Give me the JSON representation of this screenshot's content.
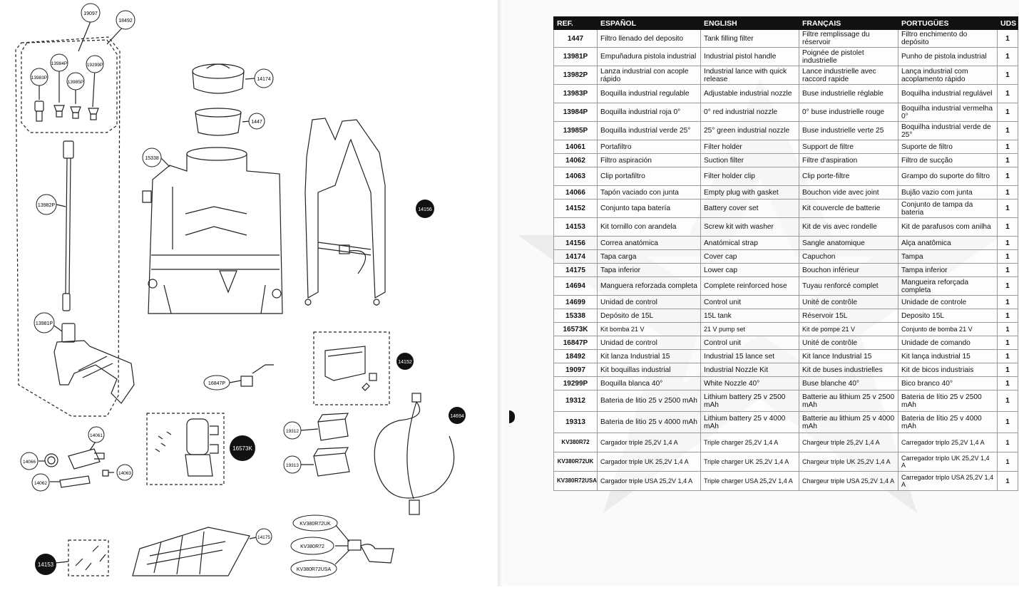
{
  "table": {
    "headers": [
      "REF.",
      "ESPAÑOL",
      "ENGLISH",
      "FRANÇAIS",
      "PORTUGÜES",
      "UDS"
    ],
    "rows": [
      {
        "ref": "1447",
        "es": "Filtro llenado del deposito",
        "en": "Tank filling filter",
        "fr": "Filtre remplissage du réservoir",
        "pt": "Filtro enchimento do depósito",
        "uds": "1"
      },
      {
        "ref": "13981P",
        "es": "Empuñadura pistola industrial",
        "en": "Industrial pistol handle",
        "fr": "Poignée de pistolet industrielle",
        "pt": "Punho de pistola industrial",
        "uds": "1"
      },
      {
        "ref": "13982P",
        "es": "Lanza industrial con acople rápido",
        "en": "Industrial lance with quick release",
        "fr": "Lance industrielle avec raccord rapide",
        "pt": "Lança industrial com acoplamento rápido",
        "uds": "1"
      },
      {
        "ref": "13983P",
        "es": "Boquilla industrial regulable",
        "en": "Adjustable industrial nozzle",
        "fr": "Buse industrielle réglable",
        "pt": "Boquilha industrial regulável",
        "uds": "1"
      },
      {
        "ref": "13984P",
        "es": "Boquilla industrial roja 0°",
        "en": "0° red industrial nozzle",
        "fr": "0° buse industrielle rouge",
        "pt": "Boquilha industrial vermelha 0°",
        "uds": "1"
      },
      {
        "ref": "13985P",
        "es": "Boquilla industrial verde 25°",
        "en": "25° green industrial nozzle",
        "fr": "Buse industrielle verte 25",
        "pt": "Boquilha industrial verde de 25°",
        "uds": "1"
      },
      {
        "ref": "14061",
        "es": "Portafiltro",
        "en": "Filter holder",
        "fr": "Support de filtre",
        "pt": "Suporte de filtro",
        "uds": "1"
      },
      {
        "ref": "14062",
        "es": "Filtro aspiración",
        "en": "Suction filter",
        "fr": "Filtre d'aspiration",
        "pt": "Filtro de sucção",
        "uds": "1"
      },
      {
        "ref": "14063",
        "es": "Clip portafiltro",
        "en": "Filter holder clip",
        "fr": "Clip porte-filtre",
        "pt": "Grampo do suporte do filtro",
        "uds": "1"
      },
      {
        "ref": "14066",
        "es": "Tapón vaciado con junta",
        "en": "Empty plug with gasket",
        "fr": "Bouchon vide avec joint",
        "pt": "Bujão vazio com junta",
        "uds": "1"
      },
      {
        "ref": "14152",
        "es": "Conjunto tapa batería",
        "en": "Battery cover set",
        "fr": "Kit couvercle de batterie",
        "pt": "Conjunto de tampa da bateria",
        "uds": "1"
      },
      {
        "ref": "14153",
        "es": "Kit tornillo con arandela",
        "en": "Screw kit with washer",
        "fr": "Kit de vis avec rondelle",
        "pt": "Kit de parafusos com anilha",
        "uds": "1"
      },
      {
        "ref": "14156",
        "es": "Correa anatómica",
        "en": "Anatómical strap",
        "fr": "Sangle anatomique",
        "pt": "Alça anatômica",
        "uds": "1"
      },
      {
        "ref": "14174",
        "es": "Tapa carga",
        "en": "Cover cap",
        "fr": "Capuchon",
        "pt": "Tampa",
        "uds": "1"
      },
      {
        "ref": "14175",
        "es": "Tapa inferior",
        "en": "Lower cap",
        "fr": "Bouchon inférieur",
        "pt": "Tampa inferior",
        "uds": "1"
      },
      {
        "ref": "14694",
        "es": "Manguera reforzada completa",
        "en": "Complete reinforced hose",
        "fr": "Tuyau renforcé complet",
        "pt": "Mangueira reforçada completa",
        "uds": "1"
      },
      {
        "ref": "14699",
        "es": "Unidad de control",
        "en": "Control unit",
        "fr": "Unité de contrôle",
        "pt": "Unidade de controle",
        "uds": "1"
      },
      {
        "ref": "15338",
        "es": "Depósito de 15L",
        "en": "15L tank",
        "fr": "Réservoir 15L",
        "pt": "Deposito 15L",
        "uds": "1"
      },
      {
        "ref": "16573K",
        "es": "Kit bomba 21 V",
        "en": "21 V pump set",
        "fr": "Kit de pompe 21 V",
        "pt": "Conjunto de bomba 21 V",
        "uds": "1"
      },
      {
        "ref": "16847P",
        "es": "Unidad de control",
        "en": "Control unit",
        "fr": "Unité de contrôle",
        "pt": "Unidade de comando",
        "uds": "1"
      },
      {
        "ref": "18492",
        "es": "Kit lanza Industrial 15",
        "en": "Industrial 15 lance set",
        "fr": "Kit lance Industrial 15",
        "pt": "Kit lança industrial 15",
        "uds": "1"
      },
      {
        "ref": "19097",
        "es": "Kit boquillas industrial",
        "en": "Industrial Nozzle Kit",
        "fr": "Kit de buses industrielles",
        "pt": "Kit de bicos industriais",
        "uds": "1"
      },
      {
        "ref": "19299P",
        "es": "Boquilla blanca 40°",
        "en": "White Nozzle 40°",
        "fr": "Buse blanche 40°",
        "pt": "Bico branco 40°",
        "uds": "1"
      },
      {
        "ref": "19312",
        "es": "Bateria de litio 25 v 2500 mAh",
        "en": "Lithium battery 25 v 2500 mAh",
        "fr": "Batterie au lithium 25 v 2500 mAh",
        "pt": "Bateria de lítio 25 v 2500 mAh",
        "uds": "1"
      },
      {
        "ref": "19313",
        "es": "Bateria de litio 25 v 4000 mAh",
        "en": "Lithium battery 25 v 4000 mAh",
        "fr": "Batterie au lithium 25 v 4000 mAh",
        "pt": "Bateria de lítio 25 v 4000 mAh",
        "uds": "1"
      },
      {
        "ref": "KV380R72",
        "es": "Cargador triple 25,2V 1,4 A",
        "en": "Triple charger 25,2V 1,4 A",
        "fr": "Chargeur triple 25,2V 1,4 A",
        "pt": "Carregador triplo 25,2V 1,4 A",
        "uds": "1"
      },
      {
        "ref": "KV380R72UK",
        "es": "Cargador triple UK 25,2V 1,4 A",
        "en": "Triple charger UK 25,2V 1,4 A",
        "fr": "Chargeur triple UK 25,2V 1,4 A",
        "pt": "Carregador triplo UK 25,2V 1,4 A",
        "uds": "1"
      },
      {
        "ref": "KV380R72USA",
        "es": "Cargador triple USA 25,2V 1,4 A",
        "en": "Triple charger USA 25,2V 1,4 A",
        "fr": "Chargeur triple USA 25,2V 1,4 A",
        "pt": "Carregador triplo USA 25,2V 1,4 A",
        "uds": "1"
      }
    ]
  },
  "diagram": {
    "labels": {
      "l19097": "19097",
      "l18492": "18492",
      "l13984P": "13984P",
      "l19299P": "19299P",
      "l13983P": "13983P",
      "l13985P": "13985P",
      "l13982P": "13982P",
      "l13981P": "13981P",
      "l14174": "14174",
      "l1447": "1447",
      "l15338": "15338",
      "l14156": "14156",
      "l14152": "14152",
      "l16847P": "16847P",
      "l14694": "14694",
      "l14061": "14061",
      "l14066": "14066",
      "l14063": "14063",
      "l14062": "14062",
      "l16573K": "16573K",
      "l19312": "19312",
      "l19313": "19313",
      "l14175": "14175",
      "l14153": "14153",
      "lKV380R72UK": "KV380R72UK",
      "lKV380R72": "KV380R72",
      "lKV380R72USA": "KV380R72USA"
    }
  }
}
